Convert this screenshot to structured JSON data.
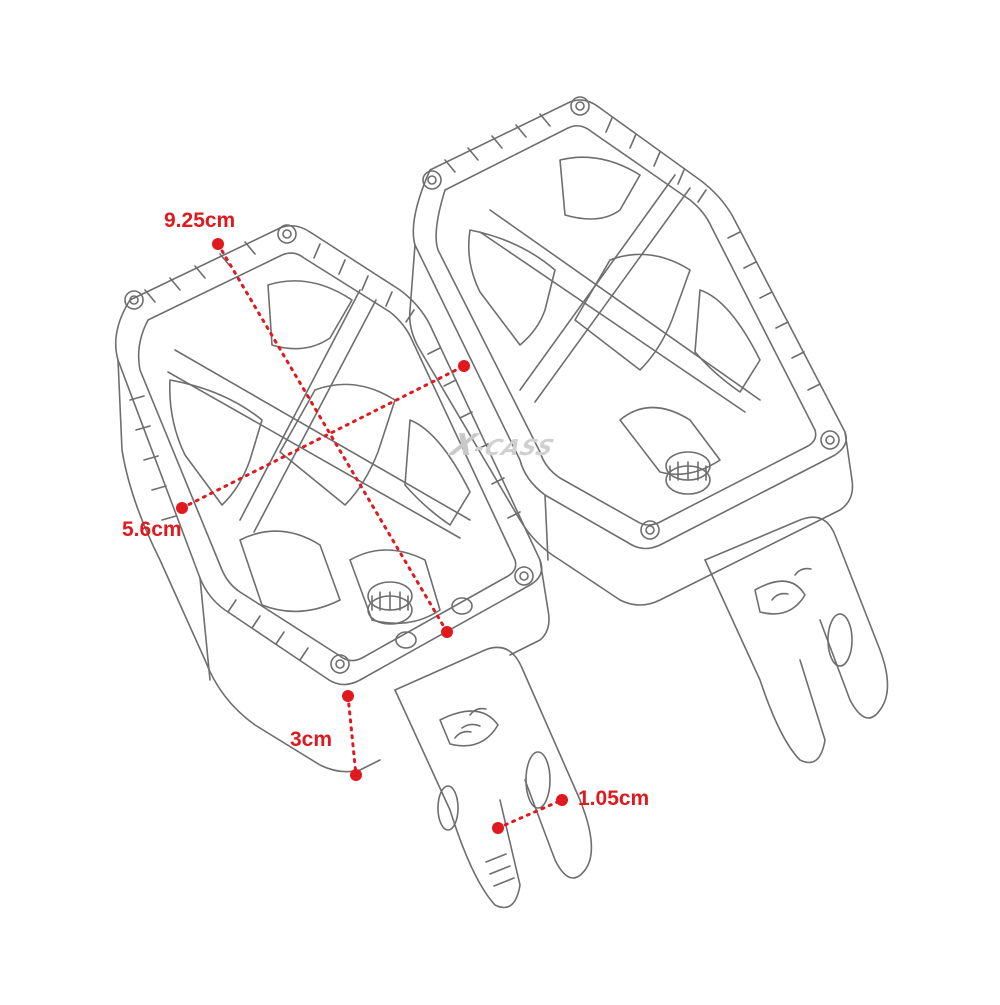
{
  "image": {
    "subject": "pair of motorcycle foot pegs (line drawing)",
    "brand_watermark": "X-CASS",
    "colors": {
      "line": "#6e6e6e",
      "dimension": "#e0191e",
      "background": "#ffffff"
    }
  },
  "dimensions": {
    "length": "9.25cm",
    "width": "5.6cm",
    "height": "3cm",
    "slot": "1.05cm"
  }
}
